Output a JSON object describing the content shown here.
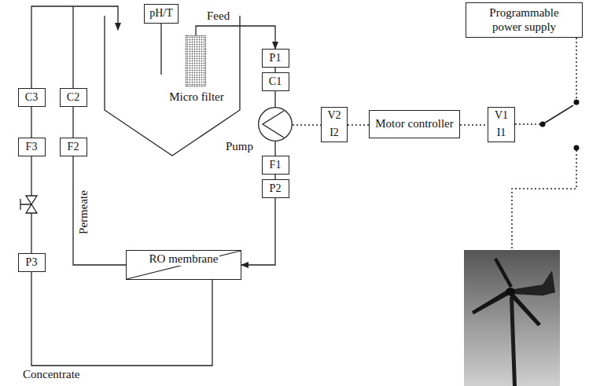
{
  "diagram": {
    "nodes": [
      {
        "text": [
          "Programmable power supply"
        ]
      },
      {
        "text": [
          "pH/T"
        ]
      },
      {
        "text": [
          "Micro filter"
        ]
      },
      {
        "text": [
          "P1"
        ]
      },
      {
        "text": [
          "C1"
        ]
      },
      {
        "text": [
          "C3"
        ]
      },
      {
        "text": [
          "C2"
        ]
      },
      {
        "text": [
          "Pump"
        ]
      },
      {
        "text": [
          "V2"
        ]
      },
      {
        "text": [
          "I2"
        ]
      },
      {
        "text": [
          "Motor controller"
        ]
      },
      {
        "text": [
          "V1"
        ]
      },
      {
        "text": [
          "I1"
        ]
      },
      {
        "text": [
          "F3"
        ]
      },
      {
        "text": [
          "F2"
        ]
      },
      {
        "text": [
          "F1"
        ]
      },
      {
        "text": [
          "P2"
        ]
      },
      {
        "text": [
          "RO membrane"
        ]
      },
      {
        "text": [
          "P3"
        ]
      }
    ],
    "edges": [
      {
        "from": 2,
        "to": 3,
        "arrow": "to",
        "label": "Feed"
      },
      {
        "from": 3,
        "to": 4,
        "arrow": "none"
      },
      {
        "from": 4,
        "to": 7,
        "arrow": "none"
      },
      {
        "from": 7,
        "to": 15,
        "arrow": "none"
      },
      {
        "from": 15,
        "to": 16,
        "arrow": "none"
      },
      {
        "from": 16,
        "to": 17,
        "arrow": "to"
      },
      {
        "from": 17,
        "to": 18,
        "arrow": "none",
        "label": "Concentrate"
      },
      {
        "from": 18,
        "to": 13,
        "arrow": "none"
      },
      {
        "from": 13,
        "to": 5,
        "arrow": "none"
      },
      {
        "from": 17,
        "to": 14,
        "arrow": "none",
        "label": "Permeate"
      },
      {
        "from": 14,
        "to": 6,
        "arrow": "none"
      },
      {
        "from": 7,
        "to": 8,
        "arrow": "none"
      },
      {
        "from": 8,
        "to": 10,
        "arrow": "none"
      },
      {
        "from": 10,
        "to": 11,
        "arrow": "none"
      }
    ]
  }
}
